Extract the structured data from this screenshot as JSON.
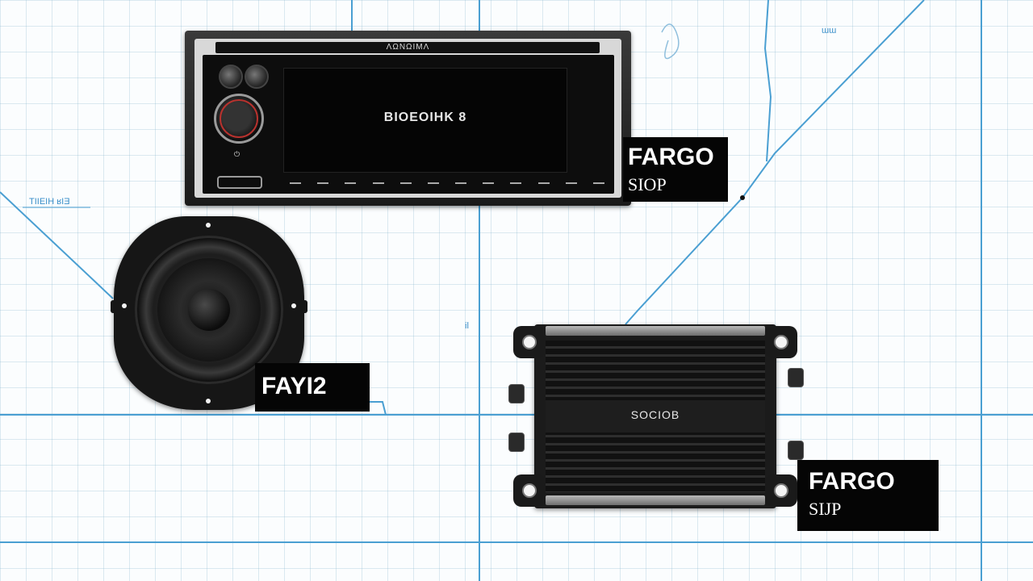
{
  "colors": {
    "wire": "#3a8fc9",
    "grid": "#a9c9dc",
    "label_bg": "#050505",
    "label_text": "#ffffff"
  },
  "head_unit": {
    "brand": "ΛΩΝΩΙΜΛ",
    "display_text": "BIOEOIHK 8"
  },
  "speaker": {},
  "amplifier": {
    "brand": "SOCIOB"
  },
  "labels": {
    "head_unit": {
      "title": "FARGO",
      "subtitle": "SIOP"
    },
    "speaker": {
      "title": "FAYI2"
    },
    "amplifier": {
      "title": "FARGO",
      "subtitle": "SIJP"
    }
  },
  "annotations": {
    "top_right": "ɯɯ",
    "left": "TIIEIH ʁIƎ",
    "center": "il"
  },
  "icons": [
    "power-icon",
    "eject-icon"
  ]
}
